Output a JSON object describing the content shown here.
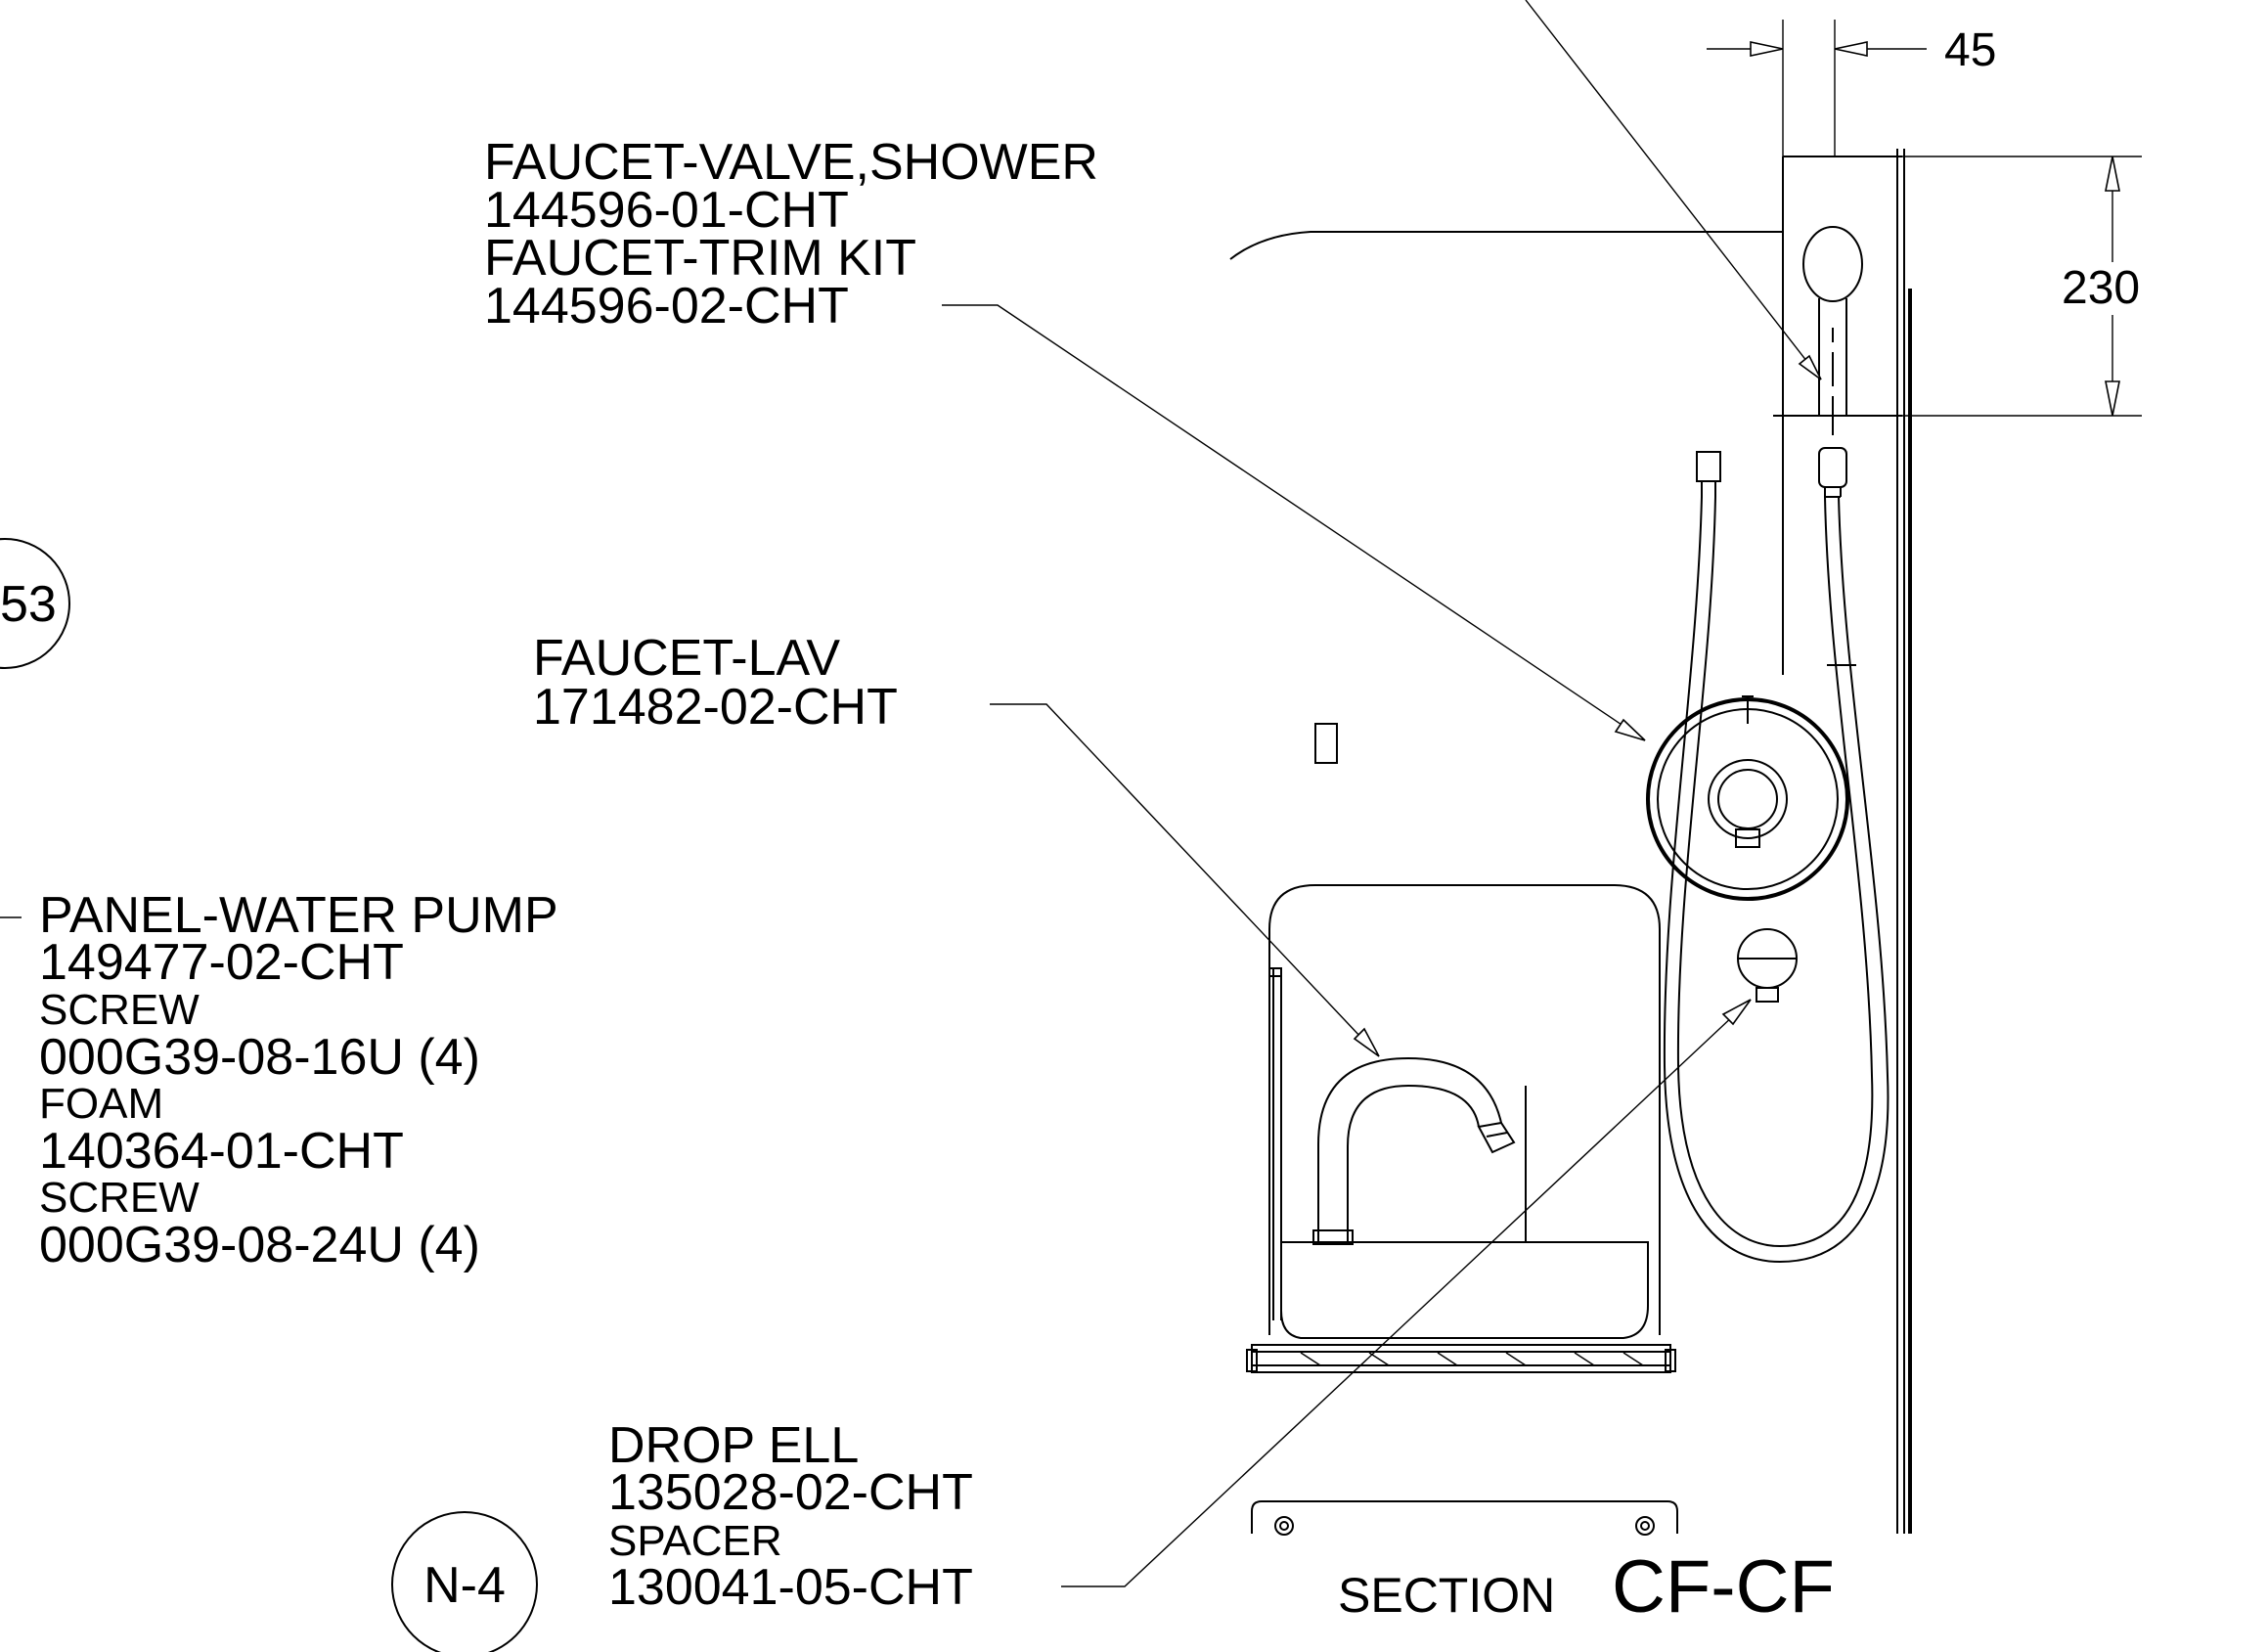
{
  "dimensions": {
    "width_45": "45",
    "height_230": "230"
  },
  "callouts": {
    "shower_valve": {
      "line1": "FAUCET-VALVE,SHOWER",
      "line2": "144596-01-CHT",
      "line3": "FAUCET-TRIM KIT",
      "line4": "144596-02-CHT"
    },
    "faucet_lav": {
      "line1": "FAUCET-LAV",
      "line2": "171482-02-CHT"
    },
    "panel": {
      "line1": "PANEL-WATER PUMP",
      "line2": "149477-02-CHT",
      "line3": "SCREW",
      "line4": "000G39-08-16U (4)",
      "line5": "FOAM",
      "line6": "140364-01-CHT",
      "line7": "SCREW",
      "line8": "000G39-08-24U (4)"
    },
    "drop_ell": {
      "line1": "DROP ELL",
      "line2": "135028-02-CHT",
      "line3": "SPACER",
      "line4": "130041-05-CHT"
    }
  },
  "bubbles": {
    "left_ref": "53",
    "grid_ref": "N-4"
  },
  "section": {
    "prefix": "SECTION",
    "name": "CF-CF"
  }
}
